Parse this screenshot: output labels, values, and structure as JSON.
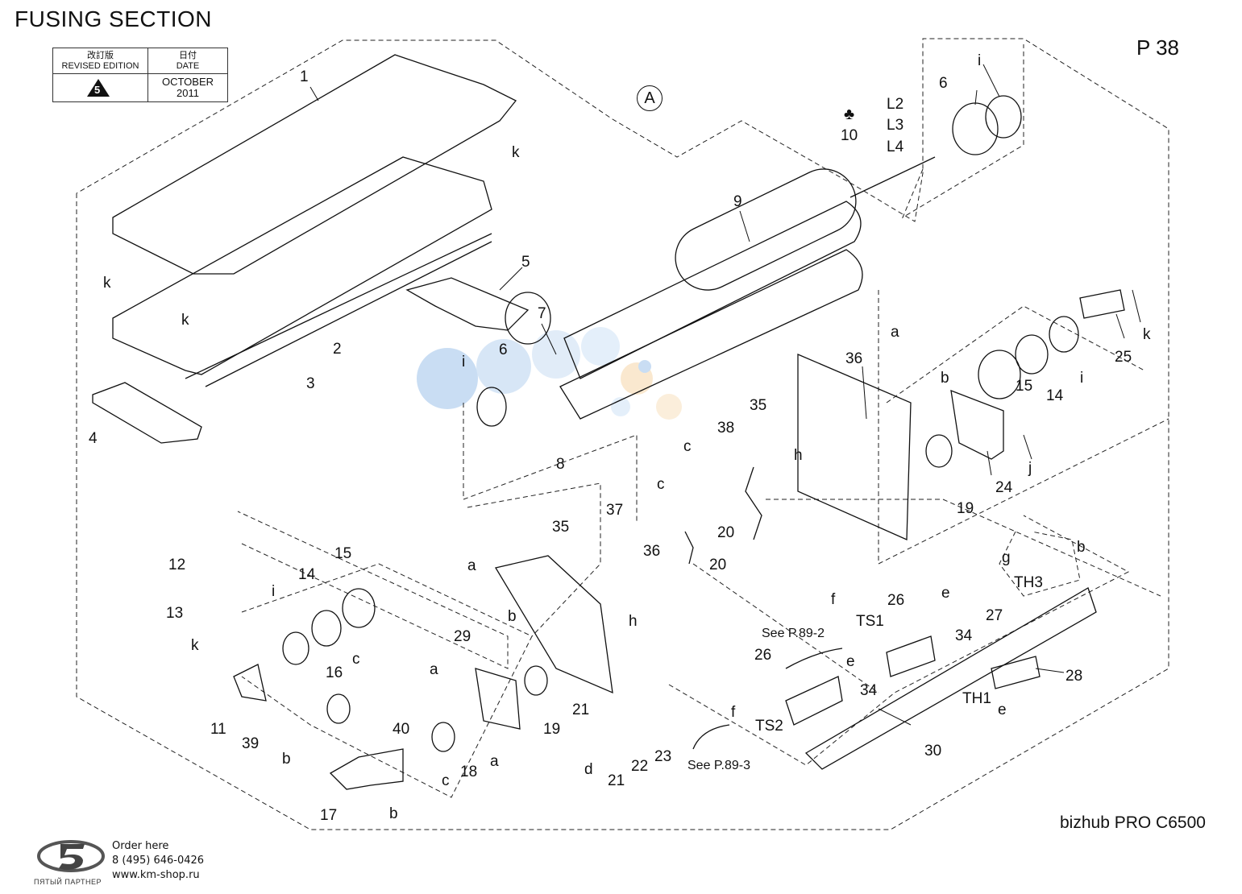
{
  "header": {
    "title": "FUSING SECTION",
    "page": "P 38",
    "model": "bizhub PRO C6500"
  },
  "revision": {
    "label_jp": "改訂版",
    "label_en": "REVISED EDITION",
    "date_jp": "日付",
    "date_en": "DATE",
    "edition": "5",
    "date_value_1": "OCTOBER",
    "date_value_2": "2011"
  },
  "callout": "A",
  "parts": [
    {
      "t": "1"
    },
    {
      "t": "2"
    },
    {
      "t": "3"
    },
    {
      "t": "4"
    },
    {
      "t": "5"
    },
    {
      "t": "6"
    },
    {
      "t": "i"
    },
    {
      "t": "10"
    },
    {
      "t": "L2"
    },
    {
      "t": "L3"
    },
    {
      "t": "L4"
    },
    {
      "t": "9"
    },
    {
      "t": "7"
    },
    {
      "t": "6"
    },
    {
      "t": "i"
    },
    {
      "t": "8"
    },
    {
      "t": "k"
    },
    {
      "t": "k"
    },
    {
      "t": "k"
    },
    {
      "t": "k"
    },
    {
      "t": "a"
    },
    {
      "t": "36"
    },
    {
      "t": "b"
    },
    {
      "t": "25"
    },
    {
      "t": "14"
    },
    {
      "t": "15"
    },
    {
      "t": "i"
    },
    {
      "t": "35"
    },
    {
      "t": "38"
    },
    {
      "t": "c"
    },
    {
      "t": "h"
    },
    {
      "t": "19"
    },
    {
      "t": "24"
    },
    {
      "t": "j"
    },
    {
      "t": "20"
    },
    {
      "t": "c"
    },
    {
      "t": "37"
    },
    {
      "t": "35"
    },
    {
      "t": "36"
    },
    {
      "t": "20"
    },
    {
      "t": "h"
    },
    {
      "t": "a"
    },
    {
      "t": "b"
    },
    {
      "t": "12"
    },
    {
      "t": "13"
    },
    {
      "t": "i"
    },
    {
      "t": "14"
    },
    {
      "t": "15"
    },
    {
      "t": "k"
    },
    {
      "t": "11"
    },
    {
      "t": "39"
    },
    {
      "t": "16"
    },
    {
      "t": "c"
    },
    {
      "t": "40"
    },
    {
      "t": "b"
    },
    {
      "t": "17"
    },
    {
      "t": "b"
    },
    {
      "t": "18"
    },
    {
      "t": "c"
    },
    {
      "t": "a"
    },
    {
      "t": "29"
    },
    {
      "t": "19"
    },
    {
      "t": "a"
    },
    {
      "t": "21"
    },
    {
      "t": "d"
    },
    {
      "t": "21"
    },
    {
      "t": "22"
    },
    {
      "t": "23"
    },
    {
      "t": "26"
    },
    {
      "t": "e"
    },
    {
      "t": "f"
    },
    {
      "t": "TS1"
    },
    {
      "t": "34"
    },
    {
      "t": "26"
    },
    {
      "t": "e"
    },
    {
      "t": "34"
    },
    {
      "t": "f"
    },
    {
      "t": "TS2"
    },
    {
      "t": "30"
    },
    {
      "t": "28"
    },
    {
      "t": "TH1"
    },
    {
      "t": "e"
    },
    {
      "t": "27"
    },
    {
      "t": "TH3"
    },
    {
      "t": "g"
    },
    {
      "t": "b"
    }
  ],
  "notes": [
    "See P.89-2",
    "See P.89-3"
  ],
  "footer": {
    "order_label": "Order here",
    "phone": "8 (495) 646-0426",
    "site": "www.km-shop.ru",
    "partner": "ПЯТЫЙ ПАРТНЕР"
  },
  "colors": {
    "line": "#111111",
    "watermark_blue": "#9ec3ea",
    "watermark_orange": "#f6d6a8"
  }
}
